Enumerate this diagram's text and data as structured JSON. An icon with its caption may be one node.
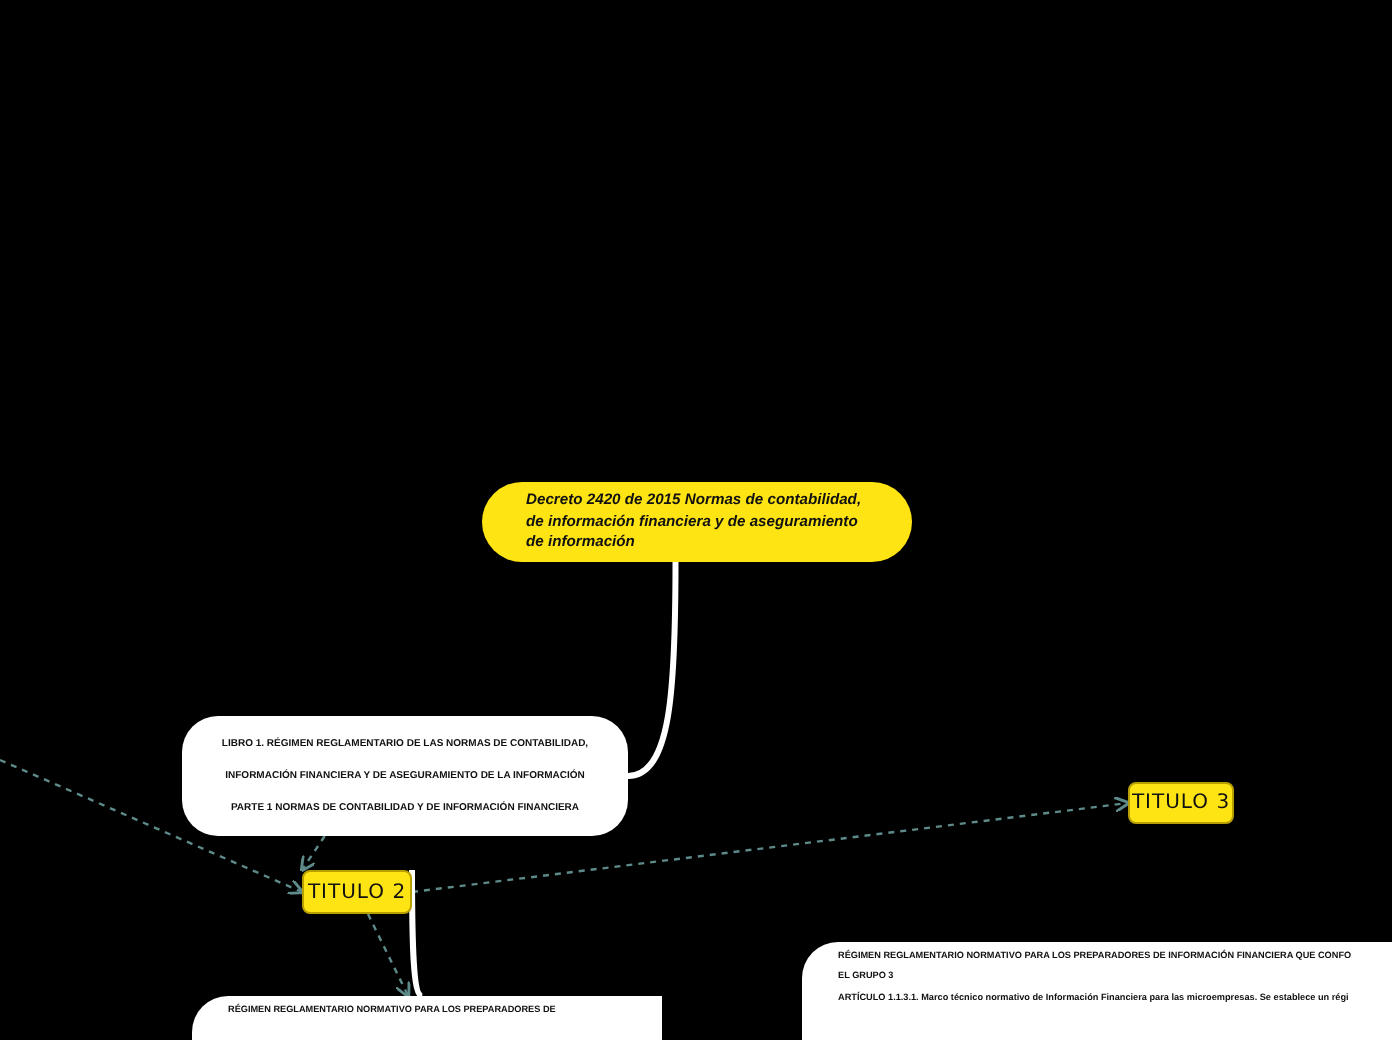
{
  "diagram": {
    "nodes": [
      {
        "text": [
          "Decreto 2420 de 2015 Normas de contabilidad, de información financiera y de aseguramiento de información"
        ]
      },
      {
        "text": [
          "LIBRO 1. RÉGIMEN REGLAMENTARIO DE LAS NORMAS DE CONTABILIDAD,",
          "INFORMACIÓN FINANCIERA Y DE ASEGURAMIENTO DE LA INFORMACIÓN",
          "PARTE 1  NORMAS DE CONTABILIDAD Y DE INFORMACIÓN FINANCIERA"
        ]
      },
      {
        "text": [
          "TITULO 2"
        ]
      },
      {
        "text": [
          "TITULO 3"
        ]
      },
      {
        "text": [
          "RÉGIMEN REGLAMENTARIO NORMATIVO PARA LOS PREPARADORES DE"
        ]
      },
      {
        "text": [
          "RÉGIMEN REGLAMENTARIO NORMATIVO PARA LOS PREPARADORES DE INFORMACIÓN FINANCIERA QUE CONFO",
          "EL GRUPO 3",
          "ARTÍCULO 1.1.3.1. Marco técnico normativo de Información Financiera para las microempresas. Se establece un régi"
        ]
      }
    ],
    "edges": [
      {
        "from": 0,
        "to": 1,
        "arrow": "none",
        "style": "thick",
        "color": "#ffffff"
      },
      {
        "from": 1,
        "to": 2,
        "arrow": "to",
        "style": "dashed"
      },
      {
        "from": null,
        "to": 2,
        "arrow": "to",
        "style": "dashed"
      },
      {
        "from": 2,
        "to": 3,
        "arrow": "to",
        "style": "dashed"
      },
      {
        "from": 2,
        "to": 4,
        "arrow": "to",
        "style": "dashed"
      },
      {
        "from": 2,
        "to": 4,
        "arrow": "none",
        "style": "thick",
        "color": "#ffffff"
      }
    ]
  }
}
